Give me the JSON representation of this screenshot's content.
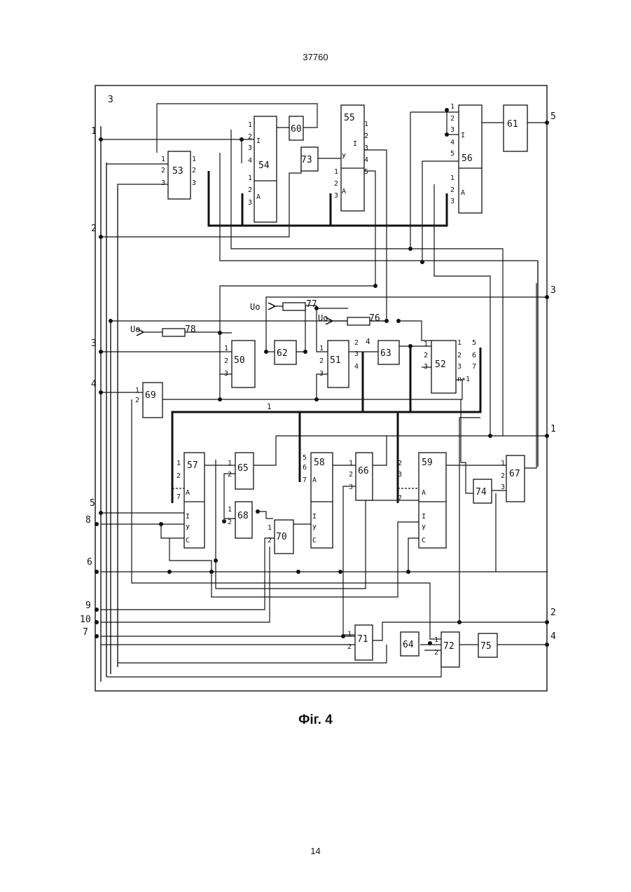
{
  "header": {
    "patent_number": "37760"
  },
  "figure": {
    "caption": "Фіг. 4",
    "blocks": [
      {
        "id": "b50",
        "label": "50",
        "pins": [
          "1",
          "2",
          "3"
        ]
      },
      {
        "id": "b51",
        "label": "51",
        "pins": [
          "1",
          "2",
          "3"
        ],
        "outs": [
          "2",
          "3",
          "4"
        ]
      },
      {
        "id": "b52",
        "label": "52",
        "pins": [
          "1",
          "2",
          "3"
        ],
        "outs": [
          "1",
          "2",
          "3",
          "n+1"
        ],
        "right_labels": [
          "5",
          "6",
          "7"
        ]
      },
      {
        "id": "b53",
        "label": "53",
        "pins": [
          "1",
          "2",
          "3"
        ],
        "outs": [
          "1",
          "2",
          "3"
        ]
      },
      {
        "id": "b54",
        "label": "54",
        "pins": [
          "1",
          "2",
          "3",
          "4",
          "1",
          "2",
          "3"
        ],
        "marks": [
          "I",
          "A"
        ]
      },
      {
        "id": "b55",
        "label": "55",
        "pins": [
          "1",
          "2",
          "3"
        ],
        "outs": [
          "1",
          "2",
          "3",
          "4",
          "5"
        ],
        "marks": [
          "I",
          "У",
          "A"
        ]
      },
      {
        "id": "b56",
        "label": "56",
        "pins": [
          "1",
          "2",
          "3",
          "4",
          "5",
          "1",
          "2",
          "3"
        ],
        "marks": [
          "I",
          "A"
        ]
      },
      {
        "id": "b57",
        "label": "57",
        "pins": [
          "1",
          "2",
          "7"
        ],
        "marks": [
          "A",
          "I",
          "У",
          "C"
        ]
      },
      {
        "id": "b58",
        "label": "58",
        "pins": [
          "5",
          "6",
          "7"
        ],
        "marks": [
          "A",
          "I",
          "У",
          "C"
        ]
      },
      {
        "id": "b59",
        "label": "59",
        "pins": [
          "2",
          "3",
          "7"
        ],
        "marks": [
          "A",
          "I",
          "У",
          "C"
        ]
      },
      {
        "id": "b60",
        "label": "60"
      },
      {
        "id": "b61",
        "label": "61"
      },
      {
        "id": "b62",
        "label": "62"
      },
      {
        "id": "b63",
        "label": "63"
      },
      {
        "id": "b64",
        "label": "64"
      },
      {
        "id": "b65",
        "label": "65",
        "pins": [
          "1",
          "2"
        ]
      },
      {
        "id": "b66",
        "label": "66",
        "pins": [
          "1",
          "2",
          "3"
        ]
      },
      {
        "id": "b67",
        "label": "67",
        "pins": [
          "1",
          "2",
          "3"
        ]
      },
      {
        "id": "b68",
        "label": "68",
        "pins": [
          "1",
          "2"
        ]
      },
      {
        "id": "b69",
        "label": "69",
        "pins": [
          "1",
          "2"
        ]
      },
      {
        "id": "b70",
        "label": "70",
        "pins": [
          "1",
          "2"
        ]
      },
      {
        "id": "b71",
        "label": "71",
        "pins": [
          "1",
          "2"
        ]
      },
      {
        "id": "b72",
        "label": "72",
        "pins": [
          "1",
          "2"
        ]
      },
      {
        "id": "b73",
        "label": "73"
      },
      {
        "id": "b74",
        "label": "74"
      },
      {
        "id": "b75",
        "label": "75"
      }
    ],
    "resistors": [
      {
        "id": "r77",
        "label": "77",
        "supply": "Uo"
      },
      {
        "id": "r76",
        "label": "76",
        "supply": "Uo"
      },
      {
        "id": "r78",
        "label": "78",
        "supply": "Uo"
      }
    ],
    "left_terminals": [
      "3",
      "1",
      "2",
      "3",
      "4",
      "5",
      "8",
      "6",
      "9",
      "10",
      "7"
    ],
    "right_terminals": [
      "5",
      "3",
      "1",
      "2",
      "4"
    ],
    "bus_labels": [
      "1",
      "4"
    ]
  },
  "footer": {
    "page_number": "14"
  }
}
